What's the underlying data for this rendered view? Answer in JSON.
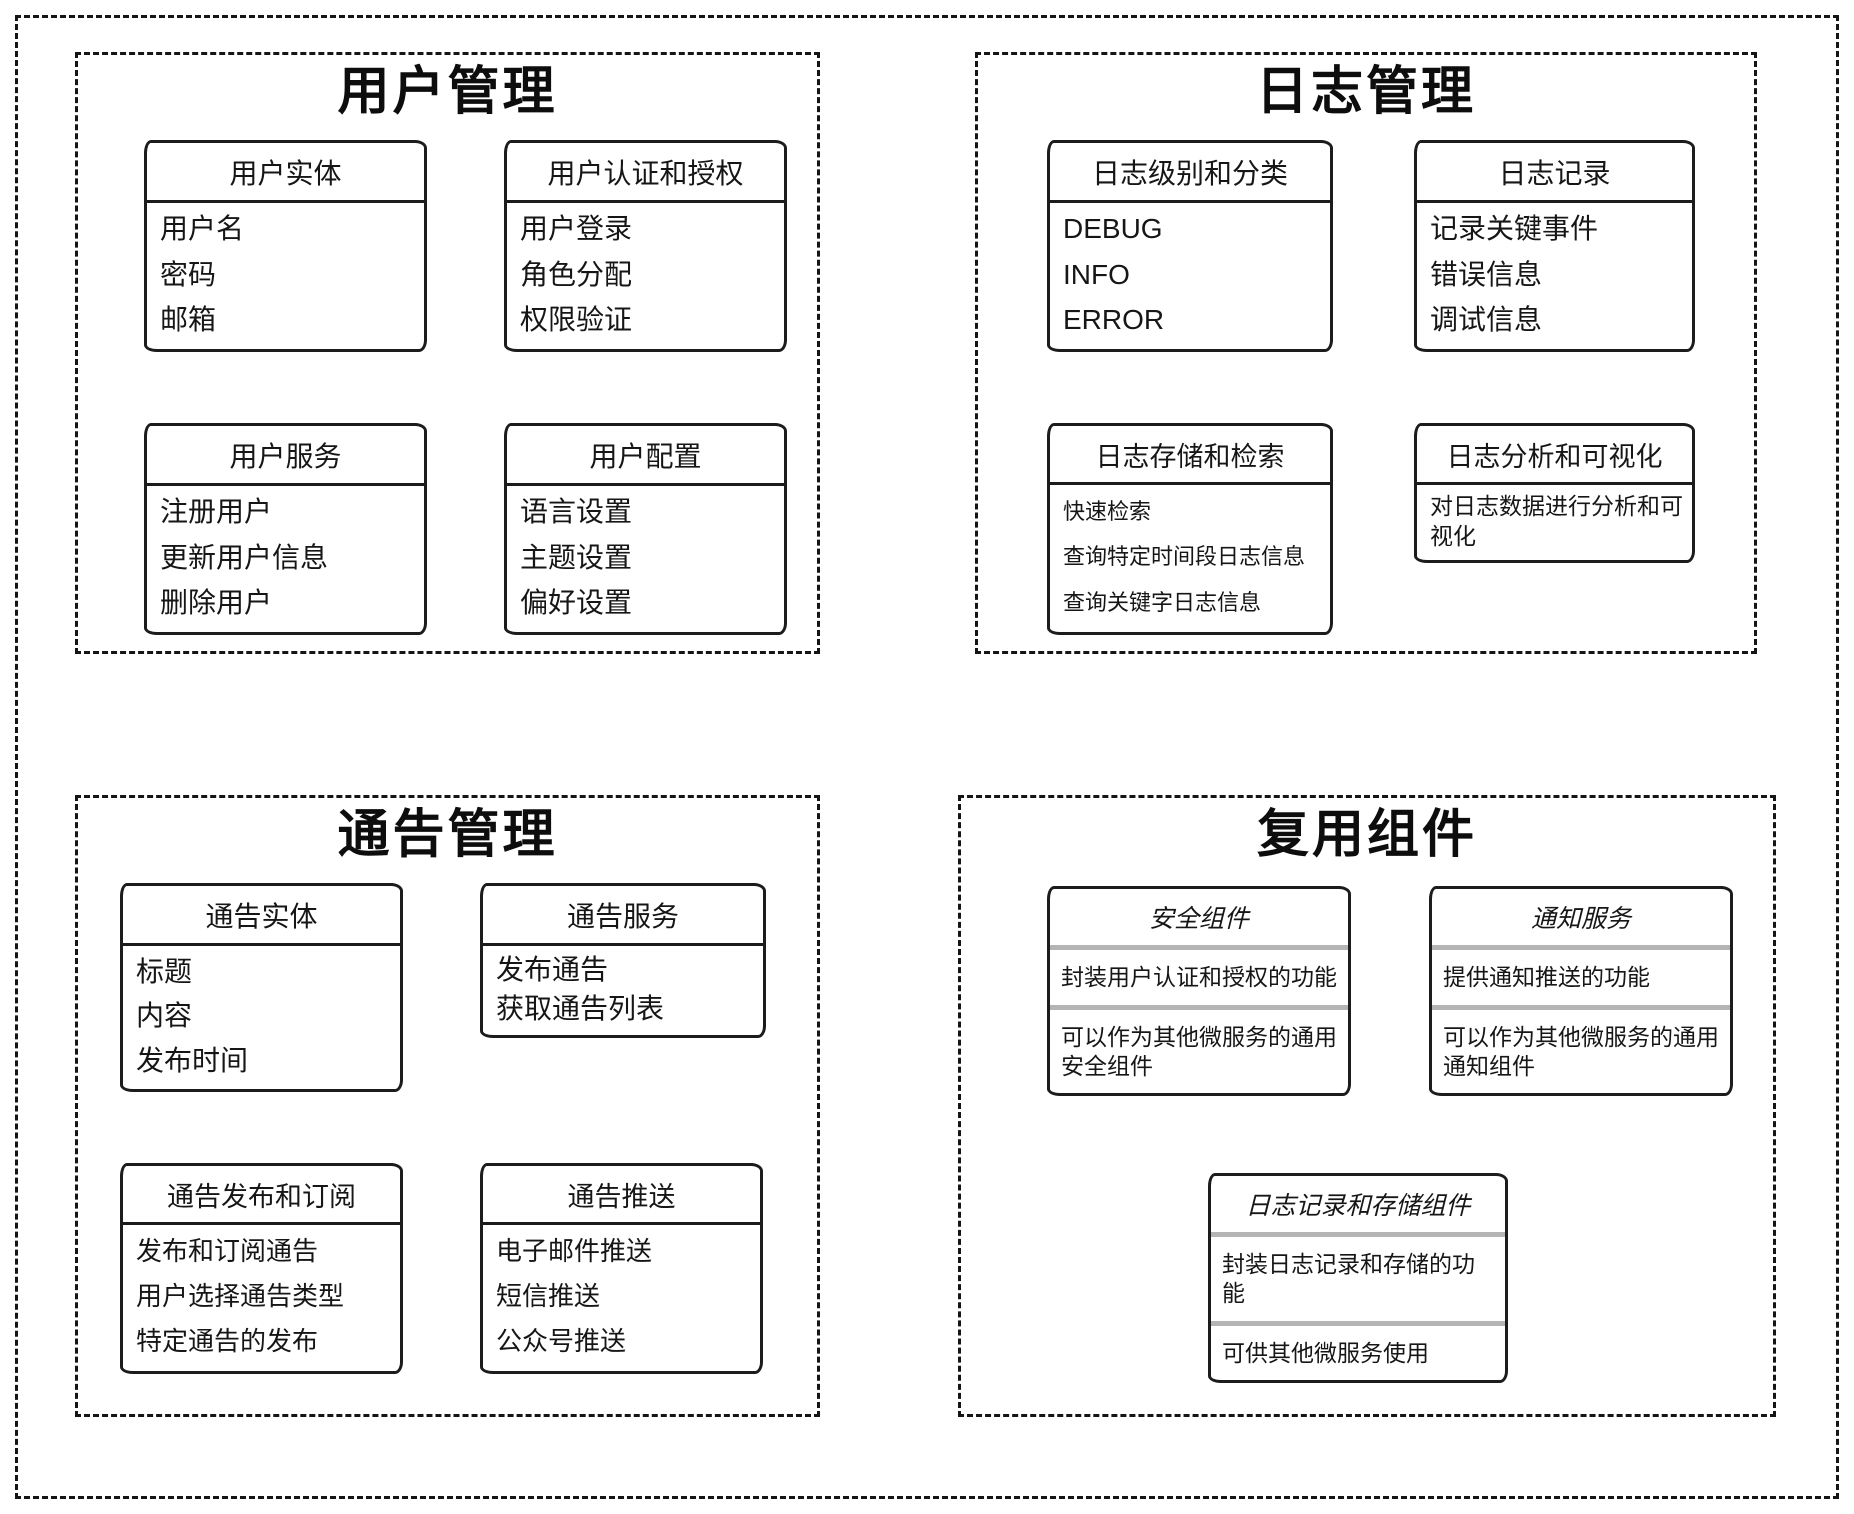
{
  "colors": {
    "line": "#151515",
    "box_border": "#1c1c1c",
    "gray_separator": "#b4b4b4",
    "background": "#ffffff",
    "text": "#161616"
  },
  "sections": [
    {
      "id": "user-management",
      "title": "用户管理",
      "boxes": [
        {
          "title": "用户实体",
          "items": [
            "用户名",
            "密码",
            "邮箱"
          ]
        },
        {
          "title": "用户认证和授权",
          "items": [
            "用户登录",
            "角色分配",
            "权限验证"
          ]
        },
        {
          "title": "用户服务",
          "items": [
            "注册用户",
            "更新用户信息",
            "删除用户"
          ]
        },
        {
          "title": "用户配置",
          "items": [
            "语言设置",
            "主题设置",
            "偏好设置"
          ]
        }
      ]
    },
    {
      "id": "log-management",
      "title": "日志管理",
      "boxes": [
        {
          "title": "日志级别和分类",
          "items": [
            "DEBUG",
            "INFO",
            "ERROR"
          ]
        },
        {
          "title": "日志记录",
          "items": [
            "记录关键事件",
            "错误信息",
            "调试信息"
          ]
        },
        {
          "title": "日志存储和检索",
          "items": [
            "快速检索",
            "查询特定时间段日志信息",
            "查询关键字日志信息"
          ]
        },
        {
          "title": "日志分析和可视化",
          "items": [
            "对日志数据进行分析和可视化"
          ]
        }
      ]
    },
    {
      "id": "announcement-management",
      "title": "通告管理",
      "boxes": [
        {
          "title": "通告实体",
          "items": [
            "标题",
            "内容",
            "发布时间"
          ]
        },
        {
          "title": "通告服务",
          "items": [
            "发布通告",
            "获取通告列表"
          ]
        },
        {
          "title": "通告发布和订阅",
          "items": [
            "发布和订阅通告",
            "用户选择通告类型",
            "特定通告的发布"
          ]
        },
        {
          "title": "通告推送",
          "items": [
            "电子邮件推送",
            "短信推送",
            "公众号推送"
          ]
        }
      ]
    },
    {
      "id": "reusable-components",
      "title": "复用组件",
      "boxes": [
        {
          "title": "安全组件",
          "items": [
            "封装用户认证和授权的功能",
            "可以作为其他微服务的通用安全组件"
          ]
        },
        {
          "title": "通知服务",
          "items": [
            "提供通知推送的功能",
            "可以作为其他微服务的通用通知组件"
          ]
        },
        {
          "title": "日志记录和存储组件",
          "items": [
            "封装日志记录和存储的功能",
            "可供其他微服务使用"
          ]
        }
      ]
    }
  ]
}
